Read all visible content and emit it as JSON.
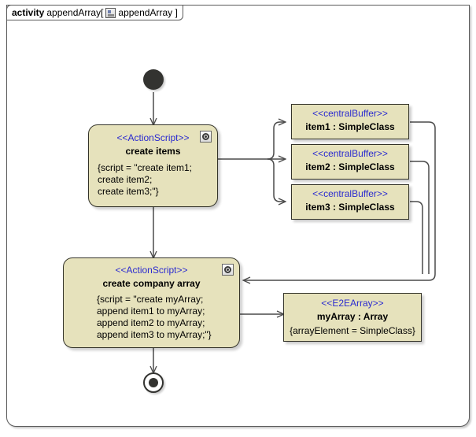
{
  "frame": {
    "keyword": "activity",
    "name": "appendArray[",
    "icon": "activity-diagram-icon",
    "inner_name": "appendArray ]"
  },
  "colors": {
    "node_fill": "#e6e2bc",
    "node_border": "#34342a",
    "stereotype_text": "#2a2ad0",
    "line": "#4a4a4a",
    "frame_border": "#5a5a5a",
    "control_node": "#333330"
  },
  "nodes": {
    "initial": {
      "name": "initial-node"
    },
    "final": {
      "name": "activity-final-node"
    },
    "create_items": {
      "stereotype": "<<ActionScript>>",
      "name": "create items",
      "body": "{script = \"create item1;\ncreate item2;\ncreate item3;\"}",
      "icon": "script-gear-icon"
    },
    "create_company_array": {
      "stereotype": "<<ActionScript>>",
      "name": "create company array",
      "body": "{script = \"create myArray;\nappend item1 to myArray;\nappend item2 to myArray;\nappend item3 to myArray;\"}",
      "icon": "script-gear-icon"
    },
    "item1": {
      "stereotype": "<<centralBuffer>>",
      "name": "item1 : SimpleClass"
    },
    "item2": {
      "stereotype": "<<centralBuffer>>",
      "name": "item2 : SimpleClass"
    },
    "item3": {
      "stereotype": "<<centralBuffer>>",
      "name": "item3 : SimpleClass"
    },
    "myarray": {
      "stereotype": "<<E2EArray>>",
      "name": "myArray : Array",
      "body": "{arrayElement = SimpleClass}"
    }
  }
}
